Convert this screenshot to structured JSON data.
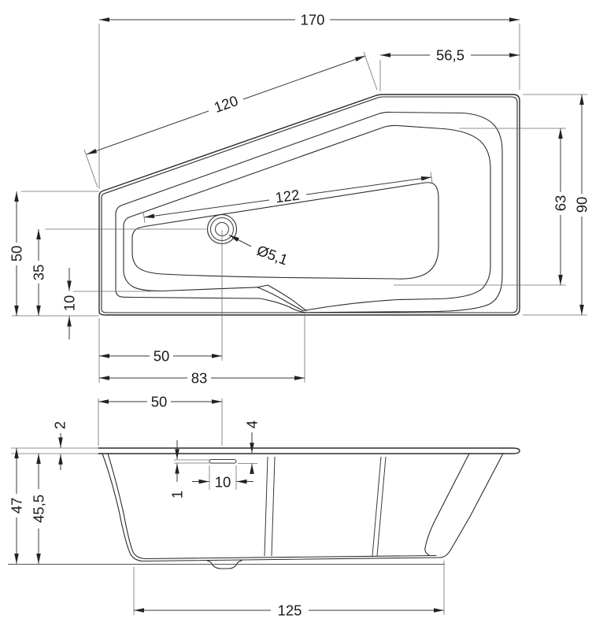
{
  "drawing": {
    "type": "technical-dimension-drawing",
    "subject": "asymmetric bathtub, plan view and side elevation",
    "colors": {
      "line": "#2b2b2b",
      "thin_line": "#6e6e6e",
      "text": "#1a1a1a",
      "background": "#ffffff"
    },
    "top_view": {
      "total_width": "170",
      "right_section_width": "56,5",
      "diagonal_edge_length": "120",
      "basin_diagonal_length": "122",
      "drain_diameter": "Ø5,1",
      "basin_right_depth": "63",
      "total_depth": "90",
      "left_edge_length": "50",
      "drain_from_bottom": "35",
      "basin_floor_from_bottom": "10",
      "drain_from_left": "50",
      "floor_step_from_left": "83"
    },
    "side_view": {
      "drain_from_left": "50",
      "rim_thickness": "2",
      "overflow_below_rim": "4",
      "overflow_width": "10",
      "overflow_height": "1",
      "total_height": "47",
      "inner_height": "45,5",
      "base_length": "125"
    }
  }
}
